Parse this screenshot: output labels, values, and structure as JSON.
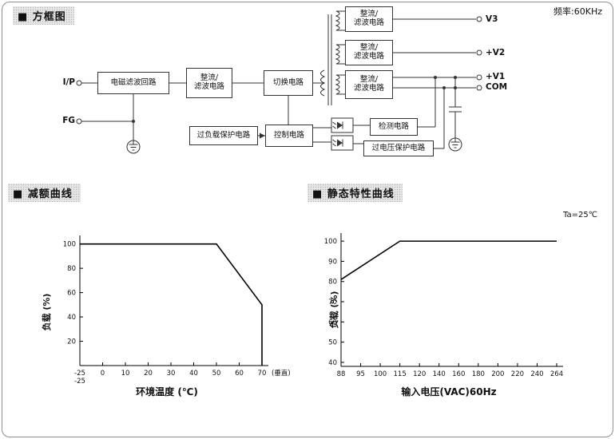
{
  "page": {
    "frequency_note": "频率:60KHz"
  },
  "sections": {
    "block_diagram": {
      "title": "■ 方框图"
    },
    "derating": {
      "title": "■ 减额曲线"
    },
    "static": {
      "title": "■ 静态特性曲线"
    }
  },
  "block_diagram": {
    "terminals": {
      "ip": "I/P",
      "fg": "FG",
      "v3": "V3",
      "v2": "+V2",
      "v1": "+V1",
      "com": "COM"
    },
    "blocks": {
      "emi": {
        "label": "电磁滤波回路"
      },
      "rect_main": {
        "line1": "整流/",
        "line2": "滤波电路"
      },
      "switching": {
        "label": "切换电路"
      },
      "rect_v3": {
        "line1": "整流/",
        "line2": "滤波电路"
      },
      "rect_v2": {
        "line1": "整流/",
        "line2": "滤波电路"
      },
      "rect_v1": {
        "line1": "整流/",
        "line2": "滤波电路"
      },
      "overload": {
        "label": "过负载保护电路"
      },
      "control": {
        "label": "控制电路"
      },
      "detection": {
        "label": "检测电路"
      },
      "ovp": {
        "label": "过电压保护电路"
      }
    }
  },
  "chart_data": [
    {
      "id": "derating-curve",
      "type": "line",
      "title": "减额曲线",
      "xlabel": "环境温度 (℃)",
      "ylabel": "负载 (%)",
      "x_ticks": [
        "-25",
        "0",
        "10",
        "20",
        "30",
        "40",
        "50",
        "60",
        "70"
      ],
      "x_note": "(垂直)",
      "x_extra_tick": "-25",
      "y_ticks": [
        20,
        40,
        60,
        80,
        100
      ],
      "ylim": [
        0,
        107
      ],
      "grid": false,
      "legend": "none",
      "series": [
        {
          "name": "load_vs_ambient_temperature",
          "points": [
            {
              "x": -25,
              "xi": 0,
              "y": 100
            },
            {
              "x": 50,
              "xi": 6,
              "y": 100
            },
            {
              "x": 70,
              "xi": 8,
              "y": 50
            },
            {
              "x": 70,
              "xi": 8,
              "y": 0
            }
          ]
        }
      ]
    },
    {
      "id": "static-characteristic-curve",
      "type": "line",
      "title": "静态特性曲线",
      "condition": "Ta=25℃",
      "xlabel": "输入电压(VAC)60Hz",
      "ylabel": "负载 (%)",
      "x_ticks": [
        "88",
        "95",
        "100",
        "115",
        "120",
        "140",
        "160",
        "180",
        "200",
        "220",
        "240",
        "264"
      ],
      "y_ticks": [
        40,
        50,
        60,
        70,
        80,
        90,
        100
      ],
      "ylim": [
        38,
        104
      ],
      "grid": false,
      "legend": "none",
      "series": [
        {
          "name": "load_vs_input_voltage",
          "points": [
            {
              "x": 88,
              "xi": 0,
              "y": 81
            },
            {
              "x": 115,
              "xi": 3,
              "y": 100
            },
            {
              "x": 264,
              "xi": 11,
              "y": 100
            }
          ]
        }
      ]
    }
  ]
}
